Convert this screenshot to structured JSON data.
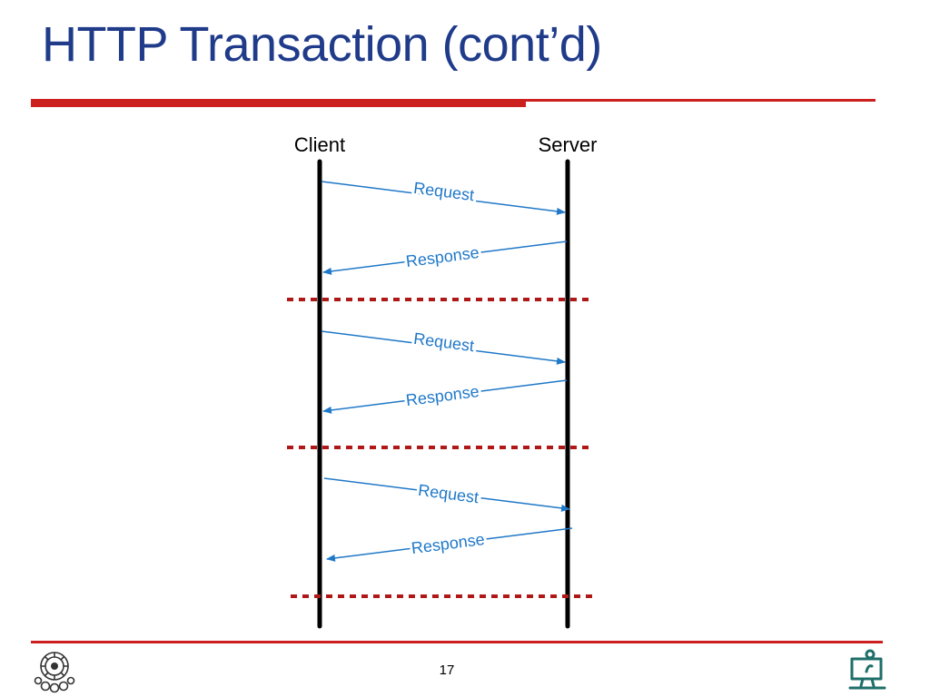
{
  "slide": {
    "title": "HTTP Transaction (cont’d)",
    "page_number": "17"
  },
  "diagram": {
    "client_label": "Client",
    "server_label": "Server",
    "messages": [
      {
        "label": "Request",
        "direction": "client-to-server"
      },
      {
        "label": "Response",
        "direction": "server-to-client"
      },
      {
        "label": "Request",
        "direction": "client-to-server"
      },
      {
        "label": "Response",
        "direction": "server-to-client"
      },
      {
        "label": "Request",
        "direction": "client-to-server"
      },
      {
        "label": "Response",
        "direction": "server-to-client"
      }
    ]
  },
  "colors": {
    "title": "#1f3b8a",
    "accent_rule": "#cc1f1f",
    "arrow": "#1f78c8",
    "separator": "#b01818",
    "lifeline": "#000000",
    "logo_right": "#1f6f6a",
    "logo_left": "#333333"
  },
  "icons": {
    "left_logo": "university-emblem-icon",
    "right_logo": "computer-department-icon"
  }
}
